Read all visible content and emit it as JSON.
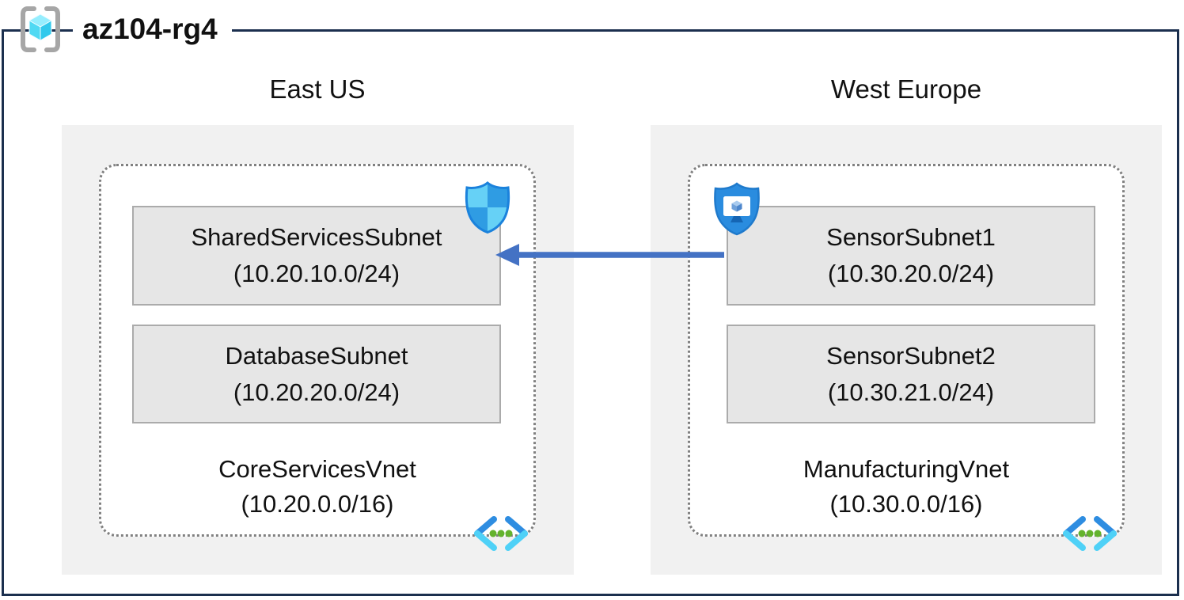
{
  "title": {
    "label": "az104-rg4",
    "icon": "resource-group-icon"
  },
  "regions": [
    {
      "name": "East US",
      "vnet": {
        "name": "CoreServicesVnet",
        "cidr": "(10.20.0.0/16)",
        "icon": "virtual-network-icon"
      },
      "subnets": [
        {
          "name": "SharedServicesSubnet",
          "cidr": "(10.20.10.0/24)",
          "badge_icon": "network-security-group-icon"
        },
        {
          "name": "DatabaseSubnet",
          "cidr": "(10.20.20.0/24)",
          "badge_icon": null
        }
      ]
    },
    {
      "name": "West Europe",
      "vnet": {
        "name": "ManufacturingVnet",
        "cidr": "(10.30.0.0/16)",
        "icon": "virtual-network-icon"
      },
      "subnets": [
        {
          "name": "SensorSubnet1",
          "cidr": "(10.30.20.0/24)",
          "badge_icon": "bastion-shield-monitor-icon"
        },
        {
          "name": "SensorSubnet2",
          "cidr": "(10.30.21.0/24)",
          "badge_icon": null
        }
      ]
    }
  ],
  "connection": {
    "from": "SensorSubnet1",
    "to": "SharedServicesSubnet",
    "arrow_direction": "left"
  },
  "icons": {
    "header": "resource-group-icon",
    "vnet_corner": "virtual-network-icon",
    "east_badge": "network-security-group-icon",
    "west_badge": "bastion-shield-monitor-icon"
  },
  "colors": {
    "frame": "#1B2F4E",
    "region_fill": "#F1F1F1",
    "subnet_fill": "#E6E6E6",
    "subnet_border": "#ABABAB",
    "dotted_border": "#808080",
    "arrow": "#4472C4"
  }
}
